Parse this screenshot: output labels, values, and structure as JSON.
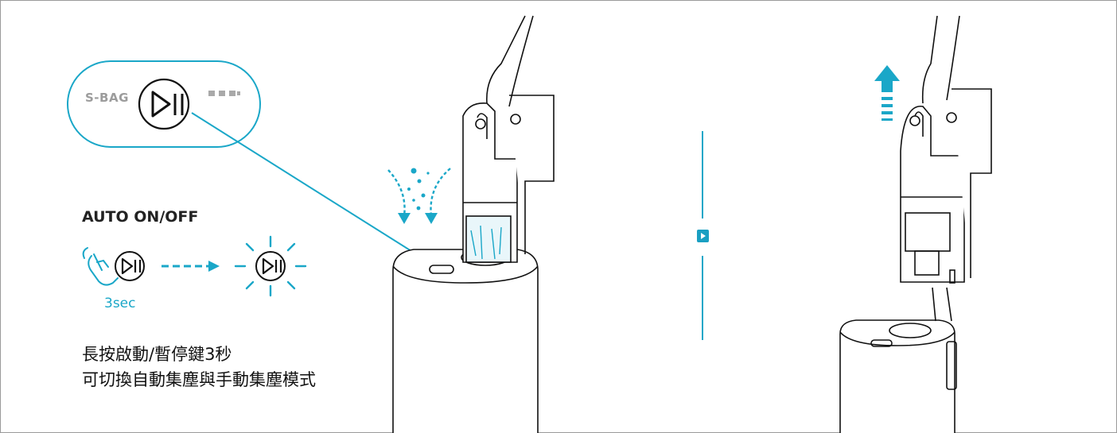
{
  "badge": {
    "label": "S-BAG"
  },
  "mode": {
    "title": "AUTO ON/OFF",
    "hold_time": "3sec"
  },
  "description": {
    "line1": "長按啟動/暫停鍵3秒",
    "line2": "可切換自動集塵與手動集塵模式"
  },
  "icons": [
    "play-pause-icon",
    "battery-dots-icon",
    "touch-hand-icon",
    "dashed-arrow-icon",
    "glow-rays-icon",
    "up-arrow-icon",
    "next-arrow-icon"
  ],
  "colors": {
    "accent": "#1aa7c8",
    "line": "#222222",
    "muted": "#9c9c9c"
  }
}
